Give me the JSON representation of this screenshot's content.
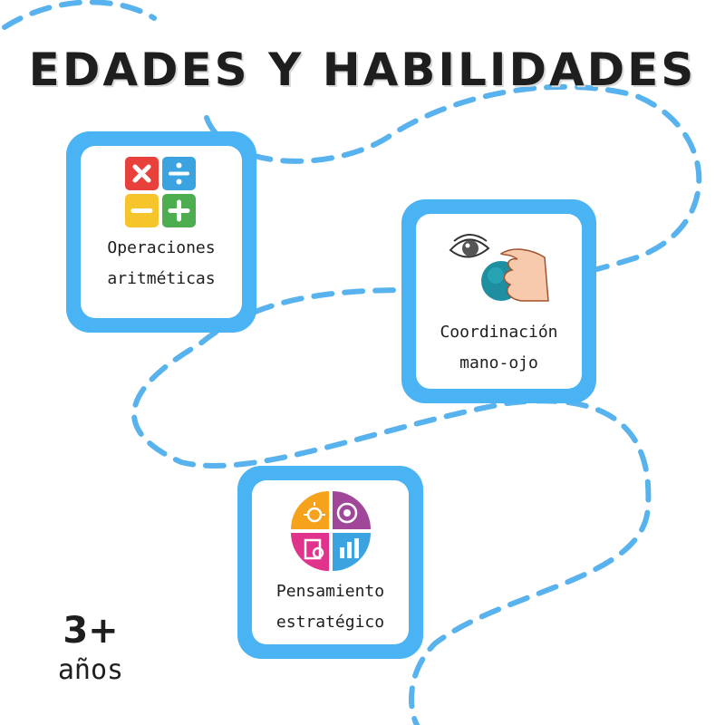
{
  "title": "EDADES Y HABILIDADES",
  "cards": [
    {
      "label": "Operaciones\naritméticas",
      "icon": "math-operations-icon"
    },
    {
      "label": "Coordinación\nmano-ojo",
      "icon": "eye-hand-ball-icon"
    },
    {
      "label": "Pensamiento\nestratégico",
      "icon": "strategy-quadrants-icon"
    }
  ],
  "age": {
    "number": "3+",
    "word": "años"
  },
  "colors": {
    "accent": "#4ab3f4",
    "text": "#1e1e1e",
    "red": "#e8413b",
    "blue": "#3aa3e0",
    "yellow": "#f6c52b",
    "green": "#4cae4f",
    "orange": "#f7a21b",
    "magenta": "#e0338c",
    "purple": "#a0479a"
  }
}
